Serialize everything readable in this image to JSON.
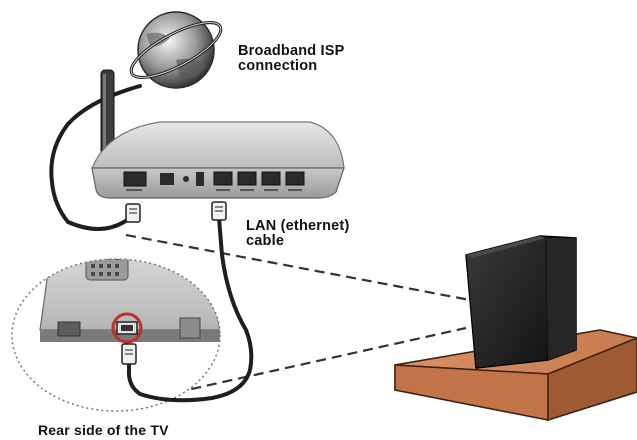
{
  "labels": {
    "isp_line1": "Broadband ISP",
    "isp_line2": "connection",
    "lan_line1": "LAN (ethernet)",
    "lan_line2": "cable",
    "rear": "Rear side of the TV"
  },
  "colors": {
    "background": "#ffffff",
    "router_body": "#cfcfcf",
    "cable": "#1e1e1e",
    "tv_body": "#1c1c1c",
    "tv_stand": "#c77a4d",
    "highlight": "#c0302a"
  }
}
